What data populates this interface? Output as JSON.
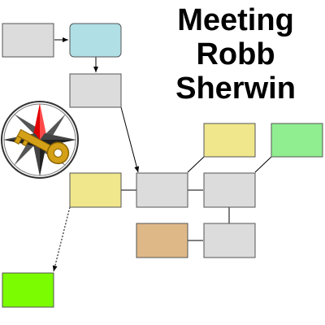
{
  "title": {
    "line1": "Meeting",
    "line2": "Robb",
    "line3": "Sherwin"
  },
  "colors": {
    "gray": "#dcdcdc",
    "light_blue": "#b0dfe6",
    "khaki": "#f0e68c",
    "light_green": "#90ee90",
    "tan": "#deb887",
    "lime": "#7cfc00",
    "compass_red": "#e00000",
    "key_gold": "#d4a017"
  },
  "nodes": [
    {
      "id": "n1",
      "color": "gray"
    },
    {
      "id": "n2",
      "color": "light_blue"
    },
    {
      "id": "n3",
      "color": "gray"
    },
    {
      "id": "n4",
      "color": "khaki"
    },
    {
      "id": "n5",
      "color": "gray"
    },
    {
      "id": "n6",
      "color": "gray"
    },
    {
      "id": "n7",
      "color": "khaki"
    },
    {
      "id": "n8",
      "color": "light_green"
    },
    {
      "id": "n9",
      "color": "tan"
    },
    {
      "id": "n10",
      "color": "gray"
    },
    {
      "id": "n11",
      "color": "lime"
    }
  ],
  "edges": [
    {
      "from": "n1",
      "to": "n2",
      "arrow": true
    },
    {
      "from": "n2",
      "to": "n3",
      "arrow": true
    },
    {
      "from": "n3",
      "to": "n5",
      "arrow": true
    },
    {
      "from": "n4",
      "to": "n5",
      "arrow": false
    },
    {
      "from": "n5",
      "to": "n6",
      "arrow": false
    },
    {
      "from": "n5",
      "to": "n7",
      "arrow": false
    },
    {
      "from": "n6",
      "to": "n8",
      "arrow": false
    },
    {
      "from": "n6",
      "to": "n10",
      "arrow": false
    },
    {
      "from": "n9",
      "to": "n10",
      "arrow": false
    },
    {
      "from": "n4",
      "to": "n11",
      "arrow": true,
      "dashed": true
    }
  ],
  "icons": {
    "compass": "compass-icon",
    "key": "key-icon"
  }
}
